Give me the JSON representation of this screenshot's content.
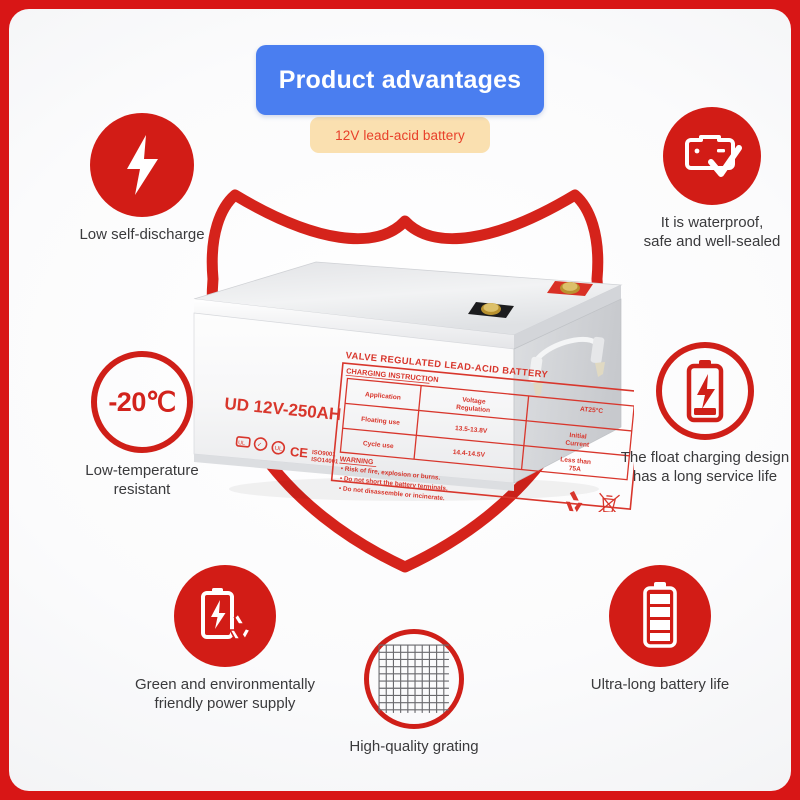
{
  "header": {
    "title": "Product advantages",
    "subtitle": "12V lead-acid battery",
    "title_bg": "#4a7ef0",
    "subtitle_bg": "#fae0b0",
    "subtitle_color": "#e8402a"
  },
  "theme": {
    "border_red": "#d81616",
    "icon_red": "#d21c16",
    "ring_red": "#cf1f18",
    "text_gray": "#3a3a3c"
  },
  "features": [
    {
      "id": "low-self-discharge",
      "icon": "lightning-bolt-icon",
      "caption": "Low self-discharge"
    },
    {
      "id": "waterproof",
      "icon": "battery-check-icon",
      "caption": "It is waterproof,\nsafe and well-sealed"
    },
    {
      "id": "low-temperature",
      "icon": "temperature-icon",
      "icon_text": "-20℃",
      "caption": "Low-temperature\nresistant"
    },
    {
      "id": "float-charging",
      "icon": "battery-bolt-outline-icon",
      "caption": "The float charging design\nhas a long service life"
    },
    {
      "id": "green-power",
      "icon": "battery-recycle-icon",
      "caption": "Green and environmentally\nfriendly power supply"
    },
    {
      "id": "high-quality-grating",
      "icon": "grid-mesh-icon",
      "caption": "High-quality grating"
    },
    {
      "id": "ultra-long-life",
      "icon": "battery-full-icon",
      "caption": "Ultra-long battery life"
    }
  ],
  "product": {
    "model": "UD 12V-250AH",
    "certifications": "ISO9001 ISO14001",
    "label": {
      "title": "VALVE REGULATED LEAD-ACID  BATTERY",
      "section": "CHARGING INSTRUCTION",
      "temp_note": "AT25°C",
      "table": {
        "headers": [
          "Application",
          "Voltage Regulation",
          "Initial Current"
        ],
        "rows": [
          [
            "Floating use",
            "13.5-13.8V",
            "Less than 75A"
          ],
          [
            "Cycle use",
            "14.4-14.5V",
            ""
          ]
        ]
      },
      "warning_title": "WARNING",
      "warnings": [
        "• Risk of fire, explosion or burns.",
        "• Do not short the battery terminals.",
        "• Do not disassemble or incinerate."
      ]
    }
  }
}
